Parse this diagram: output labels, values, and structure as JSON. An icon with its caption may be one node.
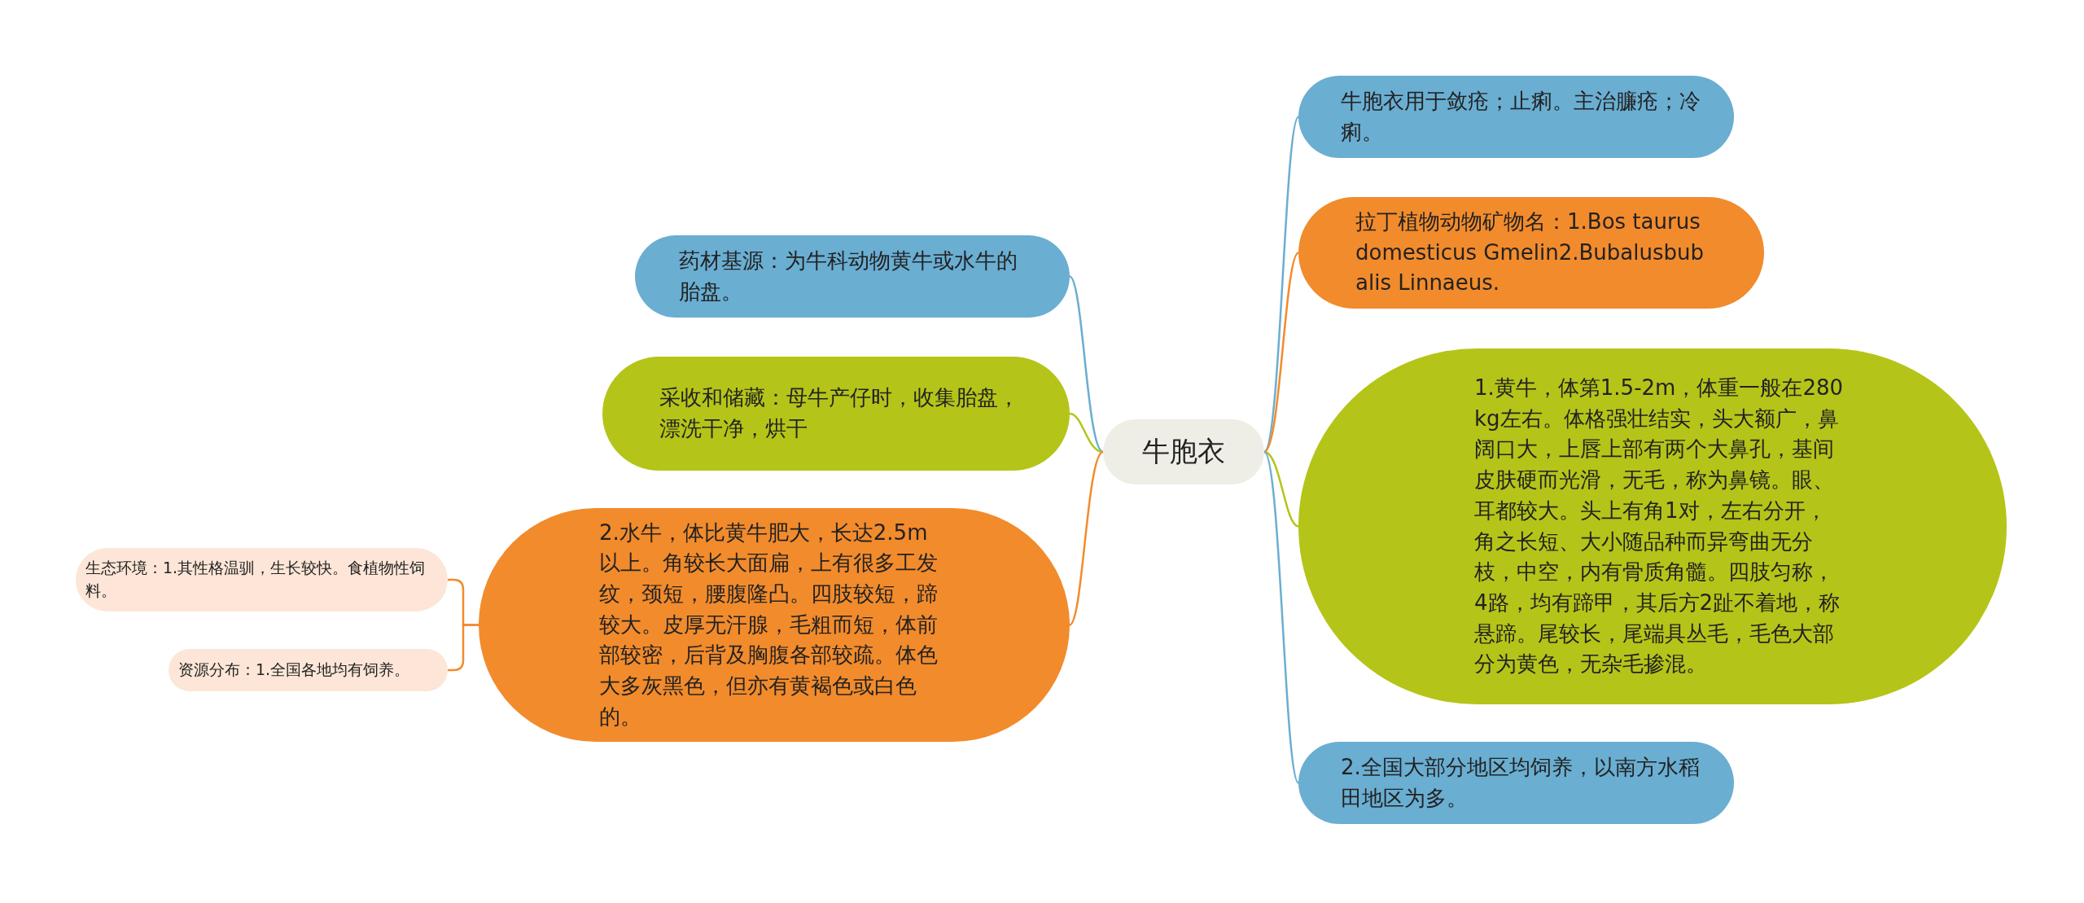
{
  "diagram": {
    "nodes": [
      {
        "text": [
          "牛胞衣"
        ]
      },
      {
        "text": [
          "药材基源：为牛科动物黄牛或水牛的胎盘。"
        ]
      },
      {
        "text": [
          "采收和储藏：母牛产仔时，收集胎盘，漂洗干净，烘干"
        ]
      },
      {
        "text": [
          "2.水牛，体比黄牛肥大，长达2.5m以上。角较长大面扁，上有很多工发纹，颈短，腰腹隆凸。四肢较短，蹄较大。皮厚无汗腺，毛粗而短，体前部较密，后背及胸腹各部较疏。体色大多灰黑色，但亦有黄褐色或白色的。"
        ]
      },
      {
        "text": [
          "生态环境：1.其性格温驯，生长较快。食植物性饲料。"
        ]
      },
      {
        "text": [
          "资源分布：1.全国各地均有饲养。"
        ]
      },
      {
        "text": [
          "牛胞衣用于敛疮；止痢。主治臁疮；冷痢。"
        ]
      },
      {
        "text": [
          "拉丁植物动物矿物名：1.Bos taurus domesticus Gmelin2.Bubalusbubalis Linnaeus."
        ]
      },
      {
        "text": [
          "1.黄牛，体第1.5-2m，体重一般在280kg左右。体格强壮结实，头大额广，鼻阔口大，上唇上部有两个大鼻孔，基间皮肤硬而光滑，无毛，称为鼻镜。眼、耳都较大。头上有角1对，左右分开，角之长短、大小随品种而异弯曲无分枝，中空，内有骨质角髓。四肢匀称，4路，均有蹄甲，其后方2趾不着地，称悬蹄。尾较长，尾端具丛毛，毛色大部分为黄色，无杂毛掺混。"
        ]
      },
      {
        "text": [
          "2.全国大部分地区均饲养，以南方水稻田地区为多。"
        ]
      }
    ],
    "edges": [
      {
        "from": 0,
        "to": 1,
        "arrow": "none",
        "color": "#6aaed2"
      },
      {
        "from": 0,
        "to": 2,
        "arrow": "none",
        "color": "#b5c418"
      },
      {
        "from": 0,
        "to": 3,
        "arrow": "none"
      },
      {
        "from": 3,
        "to": 4,
        "arrow": "none"
      },
      {
        "from": 3,
        "to": 5,
        "arrow": "none"
      },
      {
        "from": 0,
        "to": 6,
        "arrow": "none",
        "color": "#6aaed2"
      },
      {
        "from": 0,
        "to": 7,
        "arrow": "none"
      },
      {
        "from": 0,
        "to": 8,
        "arrow": "none",
        "color": "#b5c418"
      },
      {
        "from": 0,
        "to": 9,
        "arrow": "none",
        "color": "#6aaed2"
      }
    ]
  }
}
